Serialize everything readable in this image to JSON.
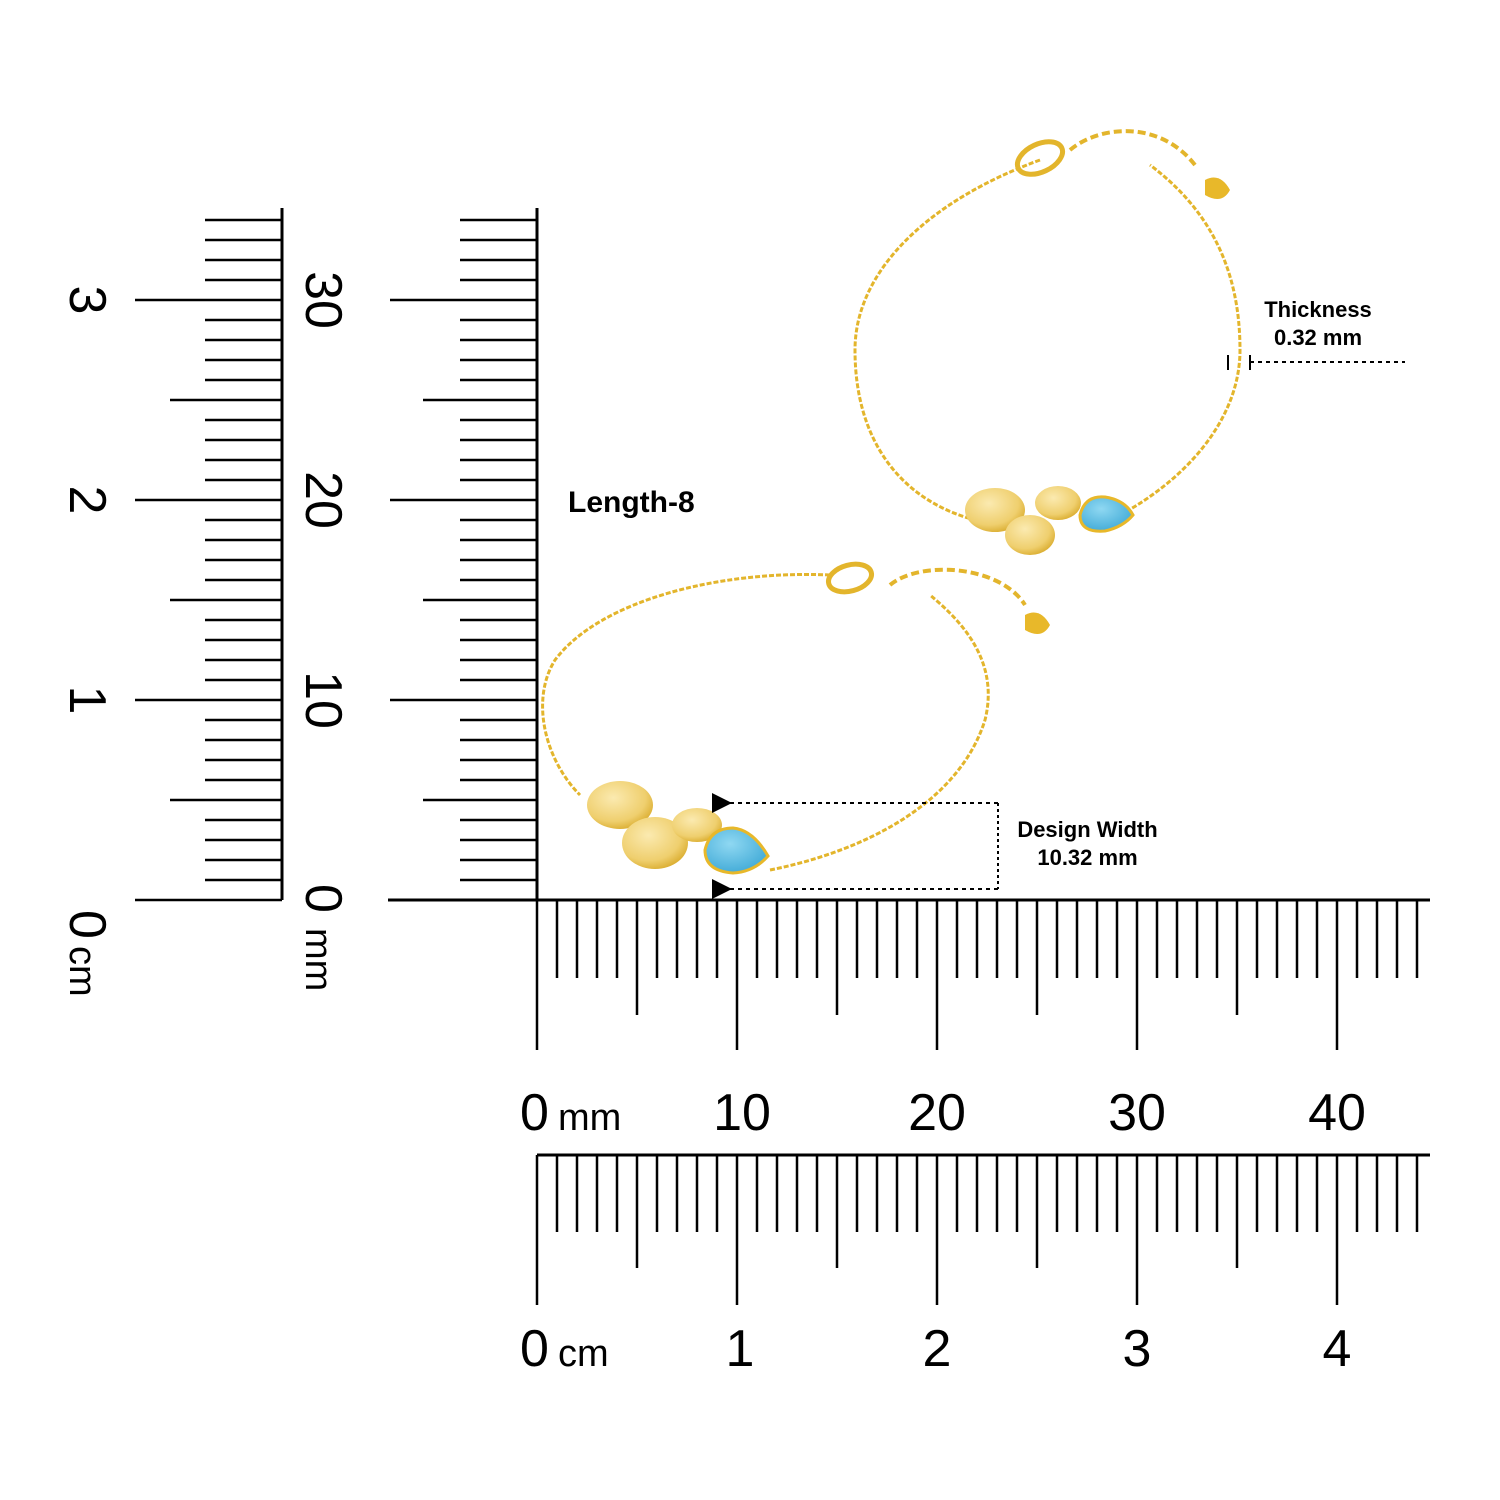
{
  "annotations": {
    "length_label": "Length-8",
    "thickness_title": "Thickness",
    "thickness_value": "0.32 mm",
    "design_width_title": "Design Width",
    "design_width_value": "10.32 mm"
  },
  "rulers": {
    "vertical_cm": {
      "labels": [
        "0",
        "1",
        "2",
        "3"
      ],
      "unit": "cm"
    },
    "vertical_mm": {
      "labels": [
        "0",
        "10",
        "20",
        "30"
      ],
      "unit": "mm"
    },
    "horizontal_mm": {
      "labels": [
        "0",
        "10",
        "20",
        "30",
        "40"
      ],
      "unit": "mm"
    },
    "horizontal_cm": {
      "labels": [
        "0",
        "1",
        "2",
        "3",
        "4"
      ],
      "unit": "cm"
    }
  },
  "colors": {
    "gold": "#e8b82a",
    "gold_light": "#f2d98a",
    "turquoise": "#5fc1e3",
    "ink": "#000000"
  }
}
